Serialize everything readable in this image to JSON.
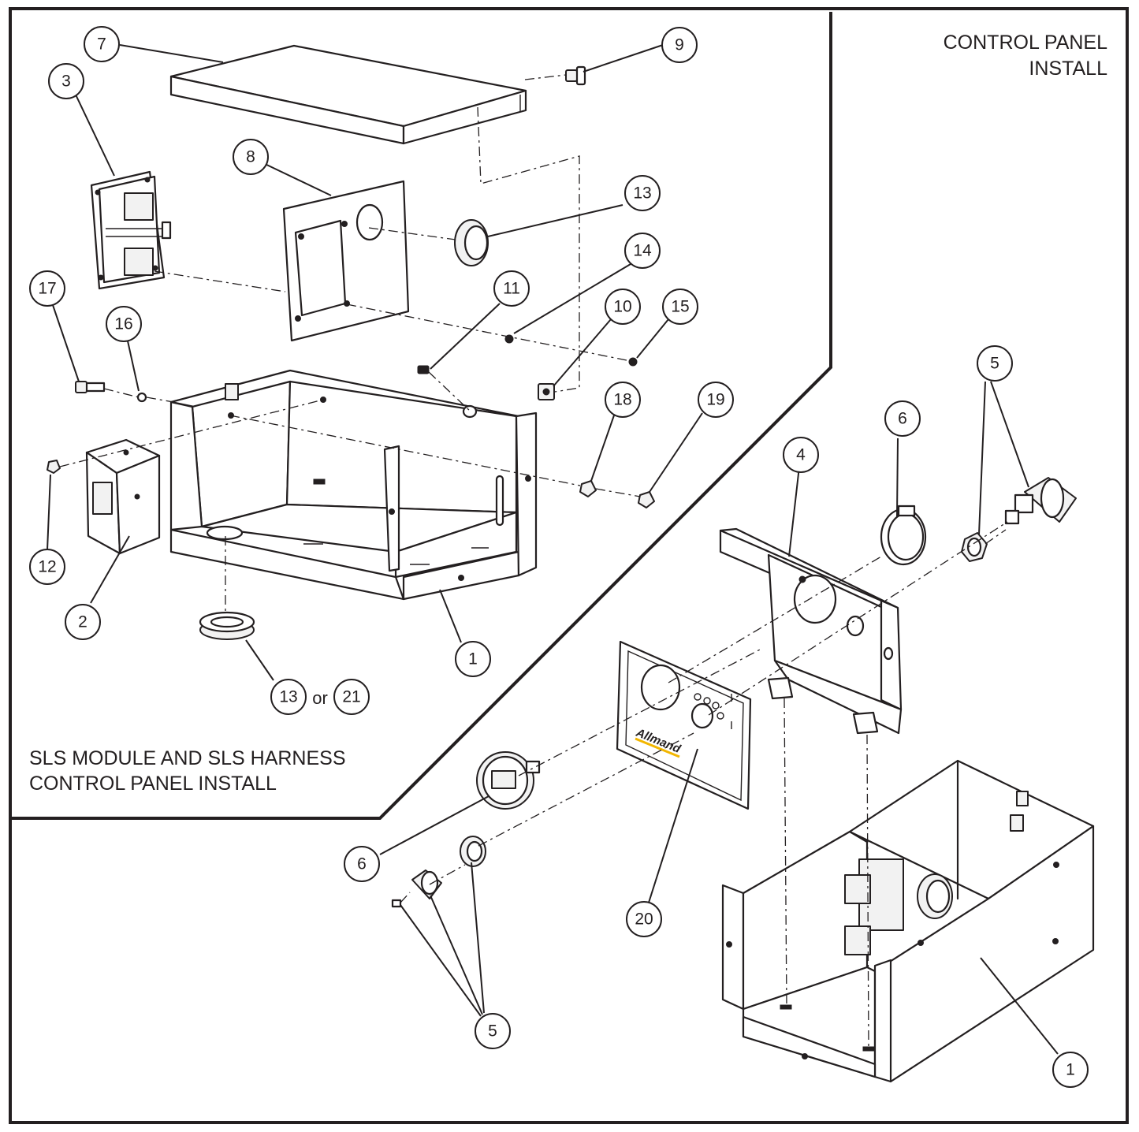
{
  "title": {
    "line1": "CONTROL PANEL",
    "line2": "INSTALL"
  },
  "inset_caption": {
    "line1": "SLS MODULE AND SLS HARNESS",
    "line2": "CONTROL PANEL INSTALL"
  },
  "brand_logo": "Allmand",
  "callouts": {
    "c7": "7",
    "c9": "9",
    "c3": "3",
    "c8": "8",
    "c13a": "13",
    "c14": "14",
    "c11": "11",
    "c10": "10",
    "c15": "15",
    "c17": "17",
    "c16": "16",
    "c18": "18",
    "c19": "19",
    "c12": "12",
    "c2": "2",
    "c1a": "1",
    "c13b": "13",
    "c21": "21",
    "or_text": "or",
    "c5a": "5",
    "c6a": "6",
    "c4": "4",
    "c20": "20",
    "c6b": "6",
    "c5b": "5",
    "c1b": "1"
  },
  "colors": {
    "line": "#231f20",
    "background": "#ffffff",
    "logo_accent": "#f2b600"
  }
}
